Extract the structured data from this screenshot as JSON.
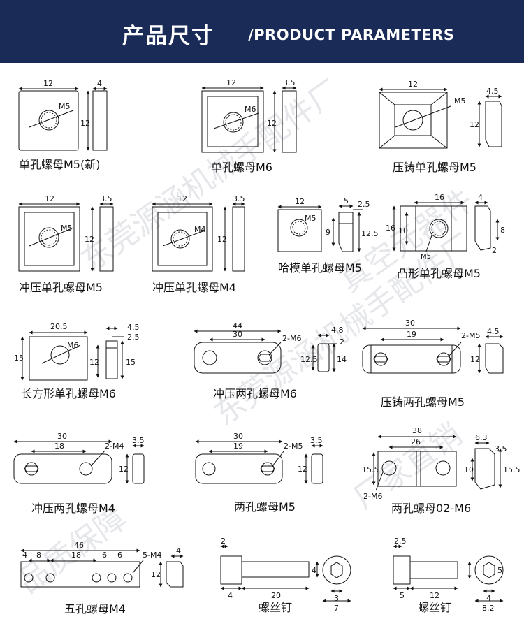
{
  "header": {
    "title_cn": "产品尺寸",
    "title_en": "/PRODUCT PARAMETERS",
    "background": "#1a2b57",
    "text_color": "#ffffff"
  },
  "watermark": [
    "东莞源涵机械手配件厂",
    "真空元器件",
    "品质保障",
    "厂家直销"
  ],
  "items": [
    {
      "caption": "单孔螺母M5(新)",
      "dims": [
        "12",
        "4",
        "12",
        "M5"
      ]
    },
    {
      "caption": "单孔螺母M6",
      "dims": [
        "12",
        "3.5",
        "12",
        "M6"
      ]
    },
    {
      "caption": "压铸单孔螺母M5",
      "dims": [
        "12",
        "4.5",
        "12",
        "M5"
      ]
    },
    {
      "caption": "冲压单孔螺母M5",
      "dims": [
        "12",
        "3.5",
        "12",
        "M5"
      ]
    },
    {
      "caption": "冲压单孔螺母M4",
      "dims": [
        "12",
        "3.5",
        "12",
        "M4"
      ]
    },
    {
      "caption": "哈模单孔螺母M5",
      "dims": [
        "12",
        "5",
        "2.5",
        "9",
        "12.5",
        "M5"
      ]
    },
    {
      "caption": "凸形单孔螺母M5",
      "dims": [
        "16",
        "4",
        "16",
        "10",
        "8",
        "2",
        "M5"
      ]
    },
    {
      "caption": "长方形单孔螺母M6",
      "dims": [
        "20.5",
        "4.5",
        "2.5",
        "15",
        "12",
        "15",
        "M6"
      ]
    },
    {
      "caption": "冲压两孔螺母M6",
      "dims": [
        "44",
        "30",
        "2-M6",
        "4.8",
        "2",
        "12.5",
        "14"
      ]
    },
    {
      "caption": "压铸两孔螺母M5",
      "dims": [
        "30",
        "19",
        "2-M5",
        "4.5",
        "12"
      ]
    },
    {
      "caption": "冲压两孔螺母M4",
      "dims": [
        "30",
        "18",
        "2-M4",
        "3.5",
        "12"
      ]
    },
    {
      "caption": "两孔螺母M5",
      "dims": [
        "30",
        "19",
        "2-M5",
        "3.5",
        "12"
      ]
    },
    {
      "caption": "两孔螺母02-M6",
      "dims": [
        "38",
        "26",
        "6.3",
        "3.5",
        "15.5",
        "10",
        "15.5",
        "2-M6"
      ]
    },
    {
      "caption": "五孔螺母M4",
      "dims": [
        "46",
        "4",
        "8",
        "18",
        "6",
        "6",
        "5-M4",
        "4",
        "12"
      ]
    },
    {
      "caption": "螺丝钉",
      "dims": [
        "2",
        "4",
        "20",
        "3",
        "7",
        "4"
      ]
    },
    {
      "caption": "螺丝钉",
      "dims": [
        "2.5",
        "5",
        "12",
        "5",
        "4",
        "8.2"
      ]
    }
  ]
}
